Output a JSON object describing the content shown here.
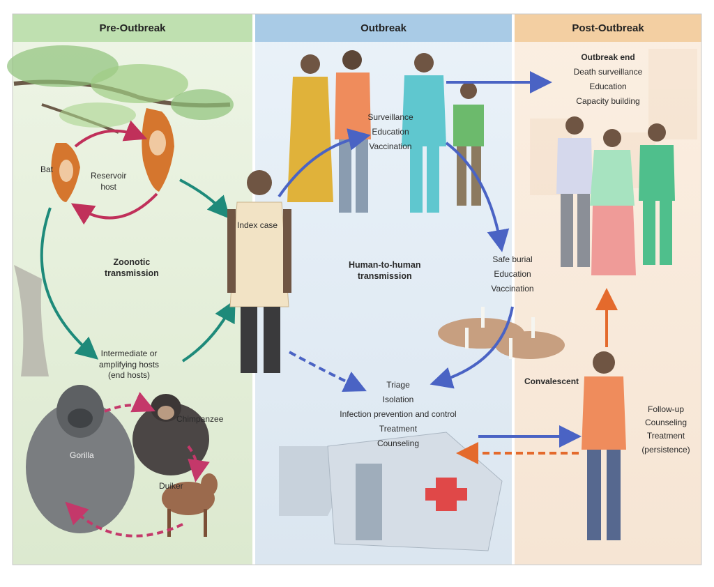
{
  "columns": {
    "pre": "Pre-Outbreak",
    "outbreak": "Outbreak",
    "post": "Post-Outbreak"
  },
  "pre_outbreak": {
    "bat": "Bat",
    "reservoir_host": "Reservoir\nhost",
    "zoonotic_transmission": "Zoonotic\ntransmission",
    "intermediate_hosts": "Intermediate or\namplifying hosts\n(end hosts)",
    "chimpanzee": "Chimpanzee",
    "gorilla": "Gorilla",
    "duiker": "Duiker"
  },
  "outbreak": {
    "index_case": "Index case",
    "community_actions": [
      "Surveillance",
      "Education",
      "Vaccination"
    ],
    "human_to_human": "Human-to-human\ntransmission",
    "burial_actions": [
      "Safe burial",
      "Education",
      "Vaccination"
    ],
    "treatment_center_actions": [
      "Triage",
      "Isolation",
      "Infection prevention and control",
      "Treatment",
      "Counseling"
    ]
  },
  "post_outbreak": {
    "outbreak_end_title": "Outbreak end",
    "outbreak_end_actions": [
      "Death surveillance",
      "Education",
      "Capacity building"
    ],
    "convalescent": "Convalescent",
    "followup_actions": [
      "Follow-up",
      "Counseling",
      "Treatment",
      "(persistence)"
    ]
  },
  "colors": {
    "pre_header": "#bfe0b0",
    "outbreak_header": "#a9cbe6",
    "post_header": "#f3cfa2",
    "zoonotic_arrow": "#1e8a7a",
    "reservoir_arrow": "#c0305a",
    "human_arrow": "#4a63c4",
    "convalescent_arrow": "#e46a2c"
  }
}
